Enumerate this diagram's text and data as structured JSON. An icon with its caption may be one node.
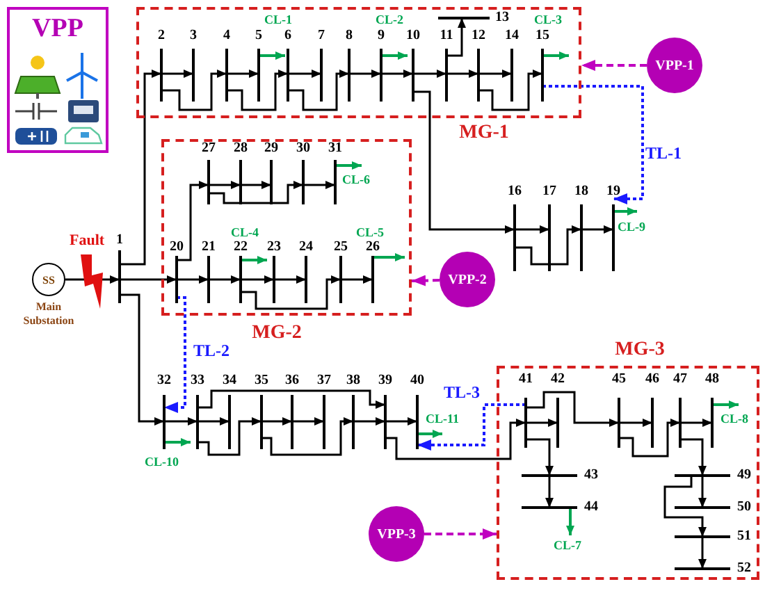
{
  "diagram": {
    "nodes": [
      {
        "text": [
          "VPP"
        ]
      },
      {
        "text": [
          "MG-1"
        ]
      },
      {
        "text": [
          "2"
        ],
        "in": 1
      },
      {
        "text": [
          "3"
        ],
        "in": 1
      },
      {
        "text": [
          "4"
        ],
        "in": 1
      },
      {
        "text": [
          "5"
        ],
        "in": 1
      },
      {
        "text": [
          "6"
        ],
        "in": 1
      },
      {
        "text": [
          "7"
        ],
        "in": 1
      },
      {
        "text": [
          "8"
        ],
        "in": 1
      },
      {
        "text": [
          "9"
        ],
        "in": 1
      },
      {
        "text": [
          "10"
        ],
        "in": 1
      },
      {
        "text": [
          "11"
        ],
        "in": 1
      },
      {
        "text": [
          "12"
        ],
        "in": 1
      },
      {
        "text": [
          "13"
        ],
        "in": 1
      },
      {
        "text": [
          "14"
        ],
        "in": 1
      },
      {
        "text": [
          "15"
        ],
        "in": 1
      },
      {
        "text": [
          "VPP-1"
        ]
      },
      {
        "text": [
          "SS"
        ],
        "beside": [
          "Main Substation"
        ]
      },
      {
        "text": [
          "1"
        ]
      },
      {
        "text": [
          "MG-2"
        ]
      },
      {
        "text": [
          "20"
        ],
        "in": 19
      },
      {
        "text": [
          "21"
        ],
        "in": 19
      },
      {
        "text": [
          "22"
        ],
        "in": 19
      },
      {
        "text": [
          "23"
        ],
        "in": 19
      },
      {
        "text": [
          "24"
        ],
        "in": 19
      },
      {
        "text": [
          "25"
        ],
        "in": 19
      },
      {
        "text": [
          "26"
        ],
        "in": 19
      },
      {
        "text": [
          "27"
        ],
        "in": 19
      },
      {
        "text": [
          "28"
        ],
        "in": 19
      },
      {
        "text": [
          "29"
        ],
        "in": 19
      },
      {
        "text": [
          "30"
        ],
        "in": 19
      },
      {
        "text": [
          "31"
        ],
        "in": 19
      },
      {
        "text": [
          "VPP-2"
        ]
      },
      {
        "text": [
          "16"
        ]
      },
      {
        "text": [
          "17"
        ]
      },
      {
        "text": [
          "18"
        ]
      },
      {
        "text": [
          "19"
        ]
      },
      {
        "text": [
          "MG-3"
        ]
      },
      {
        "text": [
          "32"
        ]
      },
      {
        "text": [
          "33"
        ]
      },
      {
        "text": [
          "34"
        ]
      },
      {
        "text": [
          "35"
        ]
      },
      {
        "text": [
          "36"
        ]
      },
      {
        "text": [
          "37"
        ]
      },
      {
        "text": [
          "38"
        ]
      },
      {
        "text": [
          "39"
        ]
      },
      {
        "text": [
          "40"
        ]
      },
      {
        "text": [
          "41"
        ],
        "in": 37
      },
      {
        "text": [
          "42"
        ],
        "in": 37
      },
      {
        "text": [
          "43"
        ],
        "in": 37
      },
      {
        "text": [
          "44"
        ],
        "in": 37
      },
      {
        "text": [
          "45"
        ],
        "in": 37
      },
      {
        "text": [
          "46"
        ],
        "in": 37
      },
      {
        "text": [
          "47"
        ],
        "in": 37
      },
      {
        "text": [
          "48"
        ],
        "in": 37
      },
      {
        "text": [
          "49"
        ],
        "in": 37
      },
      {
        "text": [
          "50"
        ],
        "in": 37
      },
      {
        "text": [
          "51"
        ],
        "in": 37
      },
      {
        "text": [
          "52"
        ],
        "in": 37
      },
      {
        "text": [
          "VPP-3"
        ]
      }
    ],
    "edges": [
      {
        "from": 17,
        "to": 18,
        "arrow": "to"
      },
      {
        "from": 18,
        "to": 2,
        "arrow": "to"
      },
      {
        "from": 18,
        "to": 20,
        "arrow": "to"
      },
      {
        "from": 18,
        "to": 38,
        "arrow": "to"
      },
      {
        "from": 2,
        "to": 3,
        "arrow": "to"
      },
      {
        "from": 2,
        "to": 4,
        "arrow": "to"
      },
      {
        "from": 4,
        "to": 5,
        "arrow": "to"
      },
      {
        "from": 4,
        "to": 6,
        "arrow": "to"
      },
      {
        "from": 6,
        "to": 7,
        "arrow": "to"
      },
      {
        "from": 6,
        "to": 8,
        "arrow": "to"
      },
      {
        "from": 8,
        "to": 9,
        "arrow": "to"
      },
      {
        "from": 9,
        "to": 10,
        "arrow": "to"
      },
      {
        "from": 10,
        "to": 11,
        "arrow": "to"
      },
      {
        "from": 11,
        "to": 12,
        "arrow": "to"
      },
      {
        "from": 11,
        "to": 13,
        "arrow": "to"
      },
      {
        "from": 12,
        "to": 14,
        "arrow": "to"
      },
      {
        "from": 12,
        "to": 15,
        "arrow": "to"
      },
      {
        "from": 10,
        "to": 33,
        "arrow": "to"
      },
      {
        "from": 33,
        "to": 34,
        "arrow": "to"
      },
      {
        "from": 33,
        "to": 35,
        "arrow": "to"
      },
      {
        "from": 35,
        "to": 36,
        "arrow": "to"
      },
      {
        "from": 20,
        "to": 21,
        "arrow": "to"
      },
      {
        "from": 21,
        "to": 22,
        "arrow": "to"
      },
      {
        "from": 22,
        "to": 23,
        "arrow": "to"
      },
      {
        "from": 23,
        "to": 24,
        "arrow": "to"
      },
      {
        "from": 22,
        "to": 25,
        "arrow": "to"
      },
      {
        "from": 25,
        "to": 26,
        "arrow": "to"
      },
      {
        "from": 20,
        "to": 27,
        "arrow": "to"
      },
      {
        "from": 27,
        "to": 28,
        "arrow": "to"
      },
      {
        "from": 28,
        "to": 29,
        "arrow": "to"
      },
      {
        "from": 27,
        "to": 30,
        "arrow": "to"
      },
      {
        "from": 30,
        "to": 31,
        "arrow": "to"
      },
      {
        "from": 38,
        "to": 39,
        "arrow": "to"
      },
      {
        "from": 39,
        "to": 40,
        "arrow": "to"
      },
      {
        "from": 39,
        "to": 41,
        "arrow": "to"
      },
      {
        "from": 41,
        "to": 42,
        "arrow": "to"
      },
      {
        "from": 42,
        "to": 43,
        "arrow": "to"
      },
      {
        "from": 41,
        "to": 44,
        "arrow": "to"
      },
      {
        "from": 44,
        "to": 45,
        "arrow": "to"
      },
      {
        "from": 39,
        "to": 45,
        "arrow": "to"
      },
      {
        "from": 45,
        "to": 46,
        "arrow": "to"
      },
      {
        "from": 45,
        "to": 47,
        "arrow": "to"
      },
      {
        "from": 47,
        "to": 48,
        "arrow": "to"
      },
      {
        "from": 47,
        "to": 51,
        "arrow": "to"
      },
      {
        "from": 51,
        "to": 52,
        "arrow": "to"
      },
      {
        "from": 51,
        "to": 53,
        "arrow": "to"
      },
      {
        "from": 53,
        "to": 54,
        "arrow": "to"
      },
      {
        "from": 47,
        "to": 49,
        "arrow": "to"
      },
      {
        "from": 49,
        "to": 50,
        "arrow": "to"
      },
      {
        "from": 53,
        "to": 55,
        "arrow": "to"
      },
      {
        "from": 55,
        "to": 56,
        "arrow": "to"
      },
      {
        "from": 55,
        "to": 57,
        "arrow": "to"
      },
      {
        "from": 57,
        "to": 58,
        "arrow": "to"
      },
      {
        "from": 16,
        "to": 1,
        "arrow": "to",
        "style": "dashed",
        "color": "#c000c0"
      },
      {
        "from": 32,
        "to": 19,
        "arrow": "to",
        "style": "dashed",
        "color": "#c000c0"
      },
      {
        "from": 59,
        "to": 37,
        "arrow": "to",
        "style": "dashed",
        "color": "#c000c0"
      },
      {
        "from": 15,
        "to": 36,
        "arrow": "to",
        "label": "TL-1",
        "style": "dashed",
        "color": "#1a1aff"
      },
      {
        "from": 20,
        "to": 38,
        "arrow": "to",
        "label": "TL-2",
        "style": "dashed",
        "color": "#1a1aff"
      },
      {
        "from": 47,
        "to": 46,
        "arrow": "to",
        "label": "TL-3",
        "style": "dashed",
        "color": "#1a1aff"
      },
      {
        "from": 5,
        "to": null,
        "arrow": "to",
        "label": "CL-1",
        "color": "#00a651"
      },
      {
        "from": 9,
        "to": null,
        "arrow": "to",
        "label": "CL-2",
        "color": "#00a651"
      },
      {
        "from": 15,
        "to": null,
        "arrow": "to",
        "label": "CL-3",
        "color": "#00a651"
      },
      {
        "from": 31,
        "to": null,
        "arrow": "to",
        "label": "CL-6",
        "color": "#00a651"
      },
      {
        "from": 22,
        "to": null,
        "arrow": "to",
        "label": "CL-4",
        "color": "#00a651"
      },
      {
        "from": 26,
        "to": null,
        "arrow": "to",
        "label": "CL-5",
        "color": "#00a651"
      },
      {
        "from": 36,
        "to": null,
        "arrow": "to",
        "label": "CL-9",
        "color": "#00a651"
      },
      {
        "from": 38,
        "to": null,
        "arrow": "to",
        "label": "CL-10",
        "color": "#00a651"
      },
      {
        "from": 46,
        "to": null,
        "arrow": "to",
        "label": "CL-11",
        "color": "#00a651"
      },
      {
        "from": 54,
        "to": null,
        "arrow": "to",
        "label": "CL-8",
        "color": "#00a651"
      },
      {
        "from": 50,
        "to": null,
        "arrow": "to",
        "label": "CL-7",
        "color": "#00a651"
      }
    ],
    "labels": [
      "Fault"
    ]
  }
}
